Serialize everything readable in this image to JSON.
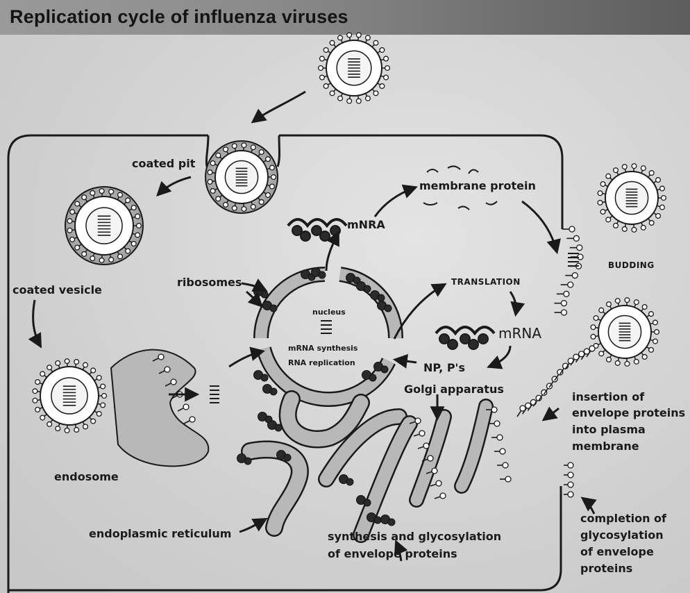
{
  "title": "Replication cycle of influenza viruses",
  "labels": {
    "coated_pit": "coated pit",
    "coated_vesicle": "coated vesicle",
    "endosome": "endosome",
    "ribosomes": "ribosomes",
    "nucleus": "nucleus",
    "mrna_synthesis": "mRNA synthesis",
    "rna_replication": "RNA replication",
    "mnra": "mNRA",
    "membrane_protein": "membrane protein",
    "translation": "TRANSLATION",
    "mrna": "mRNA",
    "np_ps": "NP, P's",
    "golgi": "Golgi apparatus",
    "budding": "BUDDING",
    "er": "endoplasmic reticulum",
    "synthesis_lines": [
      "synthesis and glycosylation",
      "of envelope proteins"
    ],
    "insertion_lines": [
      "insertion of",
      "envelope proteins",
      "into plasma",
      "membrane"
    ],
    "completion_lines": [
      "completion of",
      "glycosylation",
      "of envelope",
      "proteins"
    ]
  },
  "colors": {
    "outline": "#1a1a1a",
    "membrane_fill": "#b8b8b8",
    "cell_fill": "#d8d8d8",
    "ribosome": "#2a2a2a"
  }
}
